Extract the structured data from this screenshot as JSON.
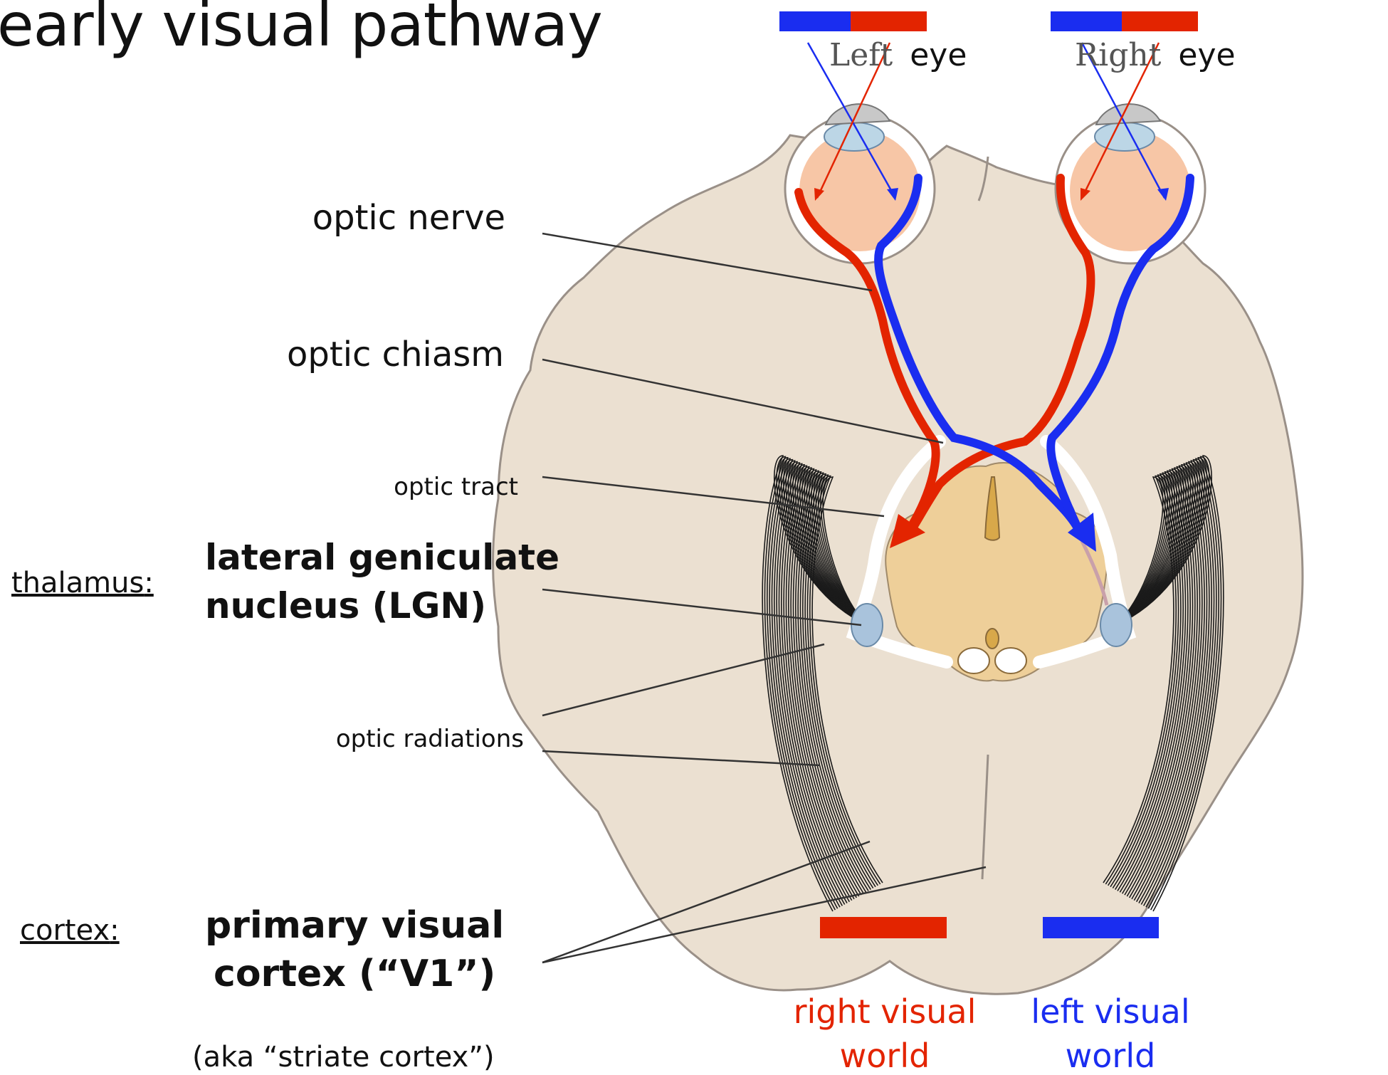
{
  "title": "early visual pathway",
  "labels": {
    "optic_nerve": "optic nerve",
    "optic_chiasm": "optic chiasm",
    "optic_tract": "optic tract",
    "thalamus": "thalamus",
    "lgn_line1": "lateral geniculate",
    "lgn_line2": "nucleus (LGN)",
    "optic_radiations": "optic radiations",
    "cortex": "cortex",
    "v1_line1": "primary visual",
    "v1_line2": "cortex (“V1”)",
    "aka": "(aka “striate cortex”)"
  },
  "eyes": {
    "left_word": "Left",
    "right_word": "Right",
    "eye_word": "eye"
  },
  "visual_world": {
    "right_line1": "right visual",
    "right_line2": "world",
    "left_line1": "left visual",
    "left_line2": "world"
  },
  "colors": {
    "left_field": "#1a2df0",
    "right_field": "#e32400",
    "brain": "#ebe0d1",
    "brain_outline": "#9a9088",
    "thalamus": "#eecf99",
    "lgn": "#a9c3dc",
    "eyeball": "#f7c6a6",
    "fibers": "#1a1a1a",
    "leader_lines": "#333333"
  }
}
